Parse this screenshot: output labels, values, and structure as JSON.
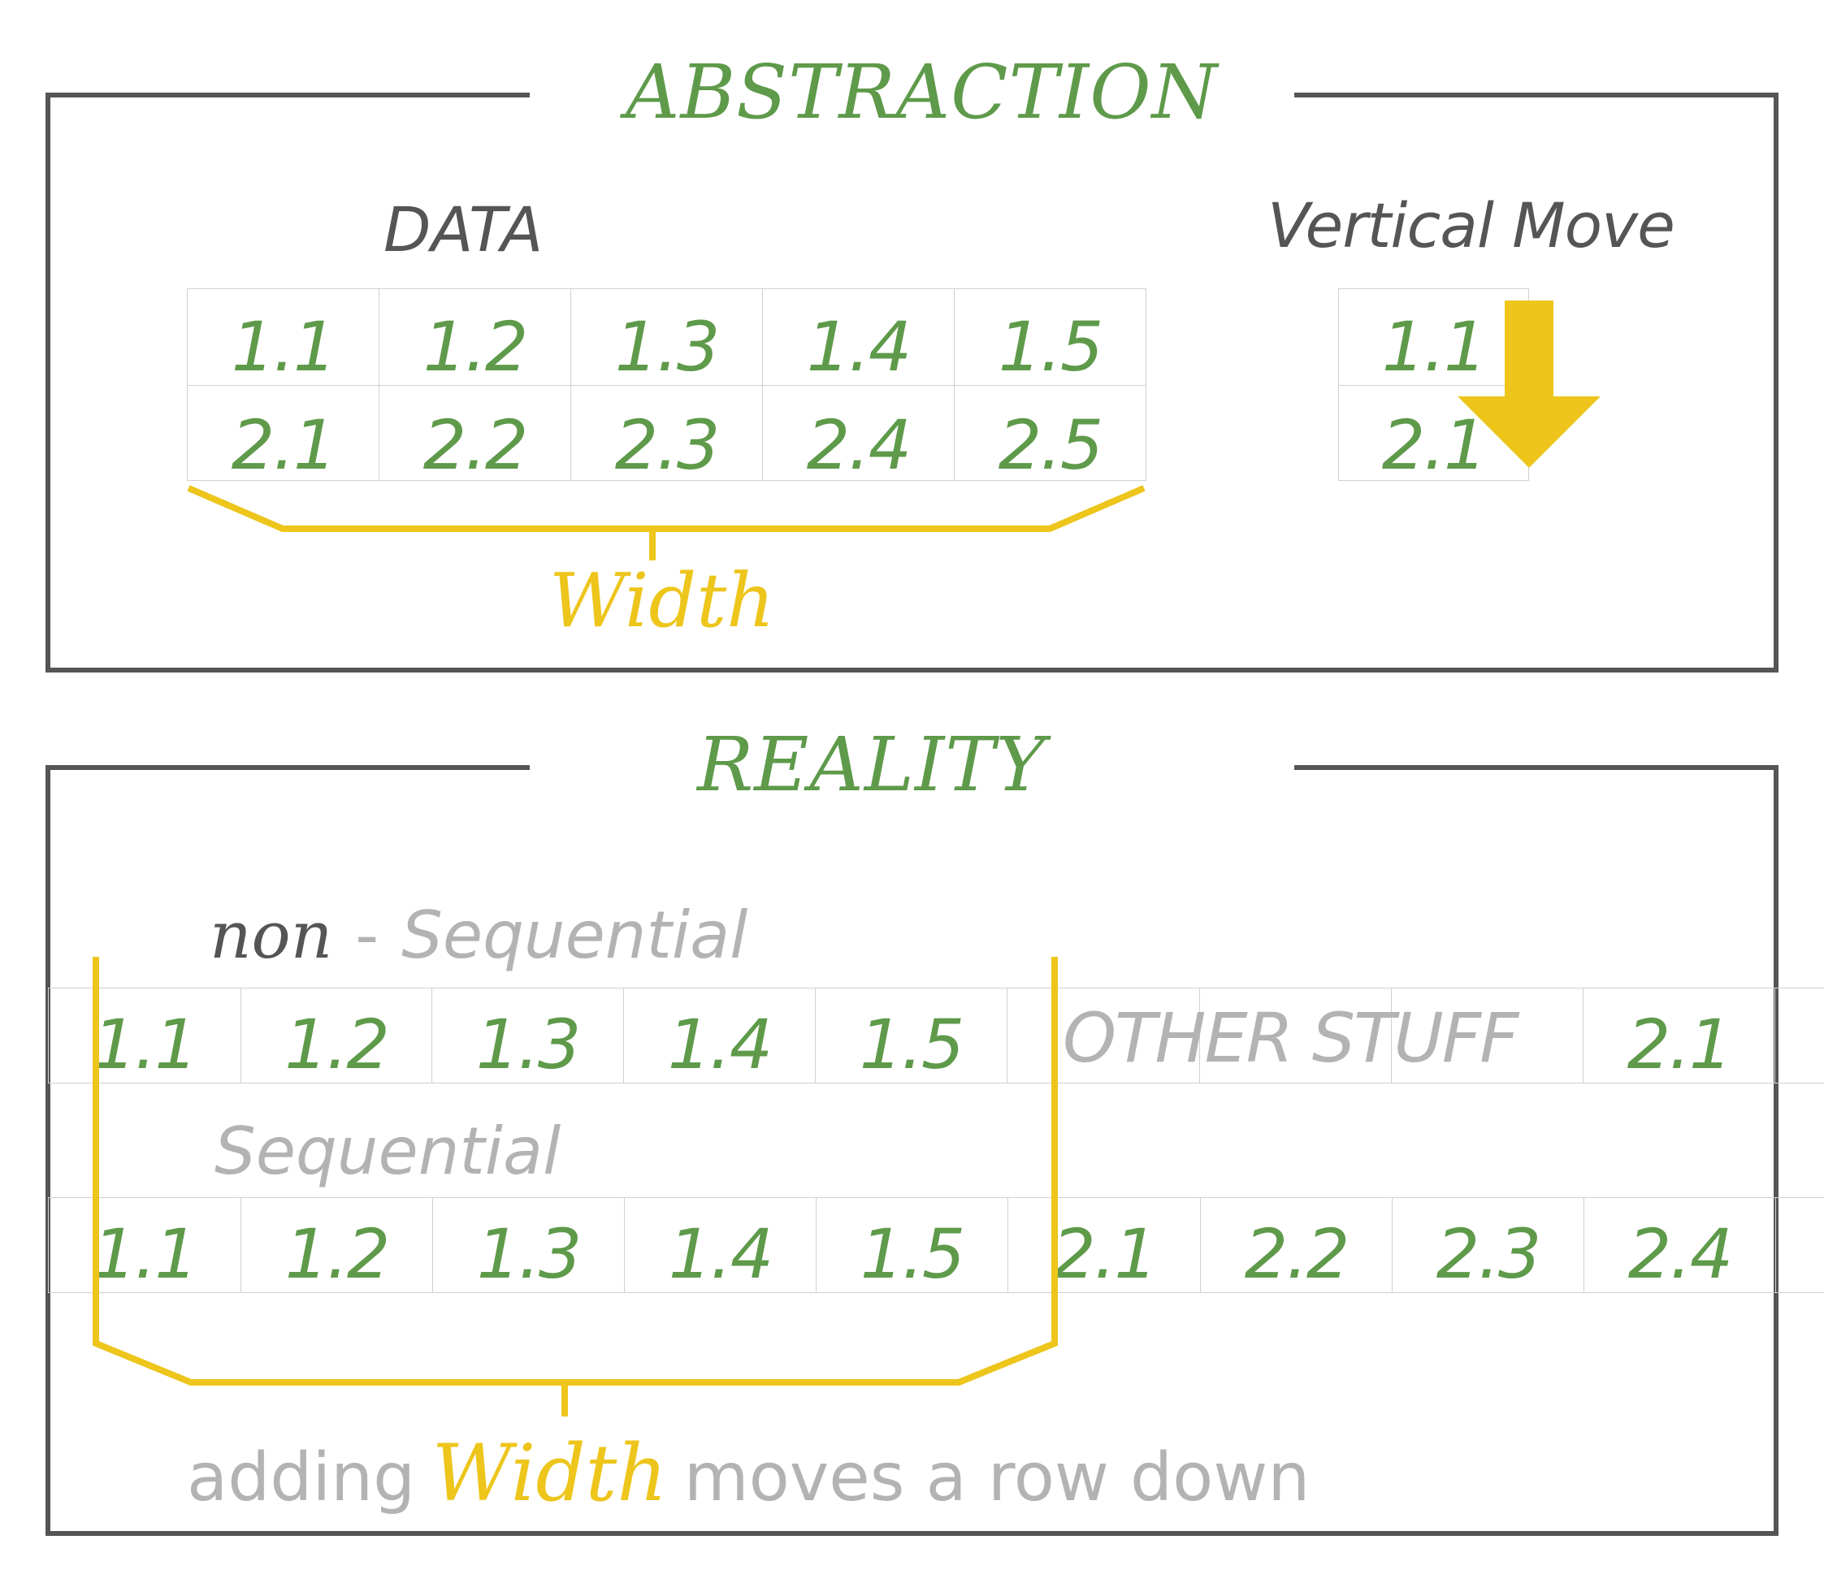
{
  "colors": {
    "frame": "#555555",
    "green": "#5e9a4a",
    "gray": "#b3b3b3",
    "yellow": "#edc51b",
    "grid": "#d0d0d0"
  },
  "abstraction": {
    "title": "ABSTRACTION",
    "data_label": "DATA",
    "data_rows": [
      [
        "1.1",
        "1.2",
        "1.3",
        "1.4",
        "1.5"
      ],
      [
        "2.1",
        "2.2",
        "2.3",
        "2.4",
        "2.5"
      ]
    ],
    "width_label": "Width",
    "vertical_move_label": "Vertical Move",
    "vertical_cells": [
      "1.1",
      "2.1"
    ],
    "arrow_icon": "down-arrow-icon"
  },
  "reality": {
    "title": "REALITY",
    "non_label": "non",
    "dash": "-",
    "sequential_label": "Sequential",
    "non_sequential_row": [
      "1.1",
      "1.2",
      "1.3",
      "1.4",
      "1.5",
      "",
      "",
      "",
      "2.1"
    ],
    "other_stuff_label": "OTHER STUFF",
    "sequential_label_2": "Sequential",
    "sequential_row": [
      "1.1",
      "1.2",
      "1.3",
      "1.4",
      "1.5",
      "2.1",
      "2.2",
      "2.3",
      "2.4"
    ],
    "caption": {
      "pre": "adding",
      "highlight": "Width",
      "post": "moves a row down"
    }
  }
}
